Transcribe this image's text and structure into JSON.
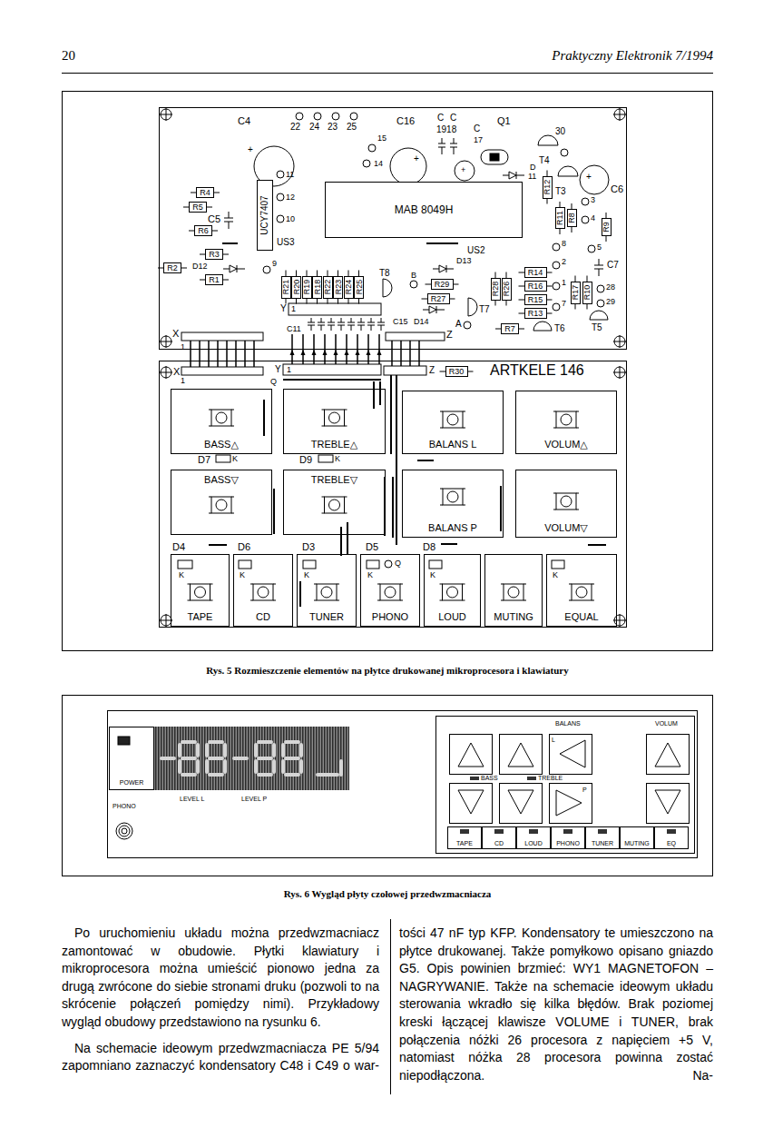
{
  "diagram": {
    "nodes": [
      {
        "text": [
          "R4"
        ]
      },
      {
        "text": [
          "R5"
        ]
      },
      {
        "text": [
          "R6"
        ]
      },
      {
        "text": [
          "R3"
        ]
      },
      {
        "text": [
          "R2"
        ]
      },
      {
        "text": [
          "R1"
        ]
      },
      {
        "text": [
          "UCY7407"
        ]
      },
      {
        "text": [
          "MAB 8049H"
        ]
      },
      {
        "text": [
          "R12"
        ]
      },
      {
        "text": [
          "R11"
        ]
      },
      {
        "text": [
          "R8"
        ]
      },
      {
        "text": [
          "R9"
        ]
      },
      {
        "text": [
          "R21"
        ]
      },
      {
        "text": [
          "R20"
        ]
      },
      {
        "text": [
          "R19"
        ]
      },
      {
        "text": [
          "R18"
        ]
      },
      {
        "text": [
          "R22"
        ]
      },
      {
        "text": [
          "R23"
        ]
      },
      {
        "text": [
          "R24"
        ]
      },
      {
        "text": [
          "R25"
        ]
      },
      {
        "text": [
          "R29"
        ]
      },
      {
        "text": [
          "R27"
        ]
      },
      {
        "text": [
          "R28"
        ]
      },
      {
        "text": [
          "R26"
        ]
      },
      {
        "text": [
          "R14"
        ]
      },
      {
        "text": [
          "R16"
        ]
      },
      {
        "text": [
          "R15"
        ]
      },
      {
        "text": [
          "R13"
        ]
      },
      {
        "text": [
          "R17"
        ]
      },
      {
        "text": [
          "R10"
        ]
      },
      {
        "text": [
          "R7"
        ]
      },
      {
        "text": [
          "R30"
        ]
      },
      {
        "text": [
          "BASS△"
        ]
      },
      {
        "text": [
          "TREBLE△"
        ]
      },
      {
        "text": [
          "BALANS L"
        ]
      },
      {
        "text": [
          "VOLUM△"
        ]
      },
      {
        "text": [
          "BASS▽"
        ]
      },
      {
        "text": [
          "TREBLE▽"
        ]
      },
      {
        "text": [
          "BALANS P"
        ]
      },
      {
        "text": [
          "VOLUM▽"
        ]
      },
      {
        "text": [
          "TAPE"
        ]
      },
      {
        "text": [
          "CD"
        ]
      },
      {
        "text": [
          "TUNER"
        ]
      },
      {
        "text": [
          "PHONO"
        ]
      },
      {
        "text": [
          "LOUD"
        ]
      },
      {
        "text": [
          "MUTING"
        ]
      },
      {
        "text": [
          "EQUAL"
        ]
      },
      {
        "text": [
          "POWER"
        ]
      },
      {
        "text": [
          "TAPE"
        ]
      },
      {
        "text": [
          "CD"
        ]
      },
      {
        "text": [
          "LOUD"
        ]
      },
      {
        "text": [
          "PHONO"
        ]
      },
      {
        "text": [
          "TUNER"
        ]
      },
      {
        "text": [
          "MUTING"
        ]
      },
      {
        "text": [
          "EQ"
        ]
      }
    ],
    "labels": [
      "20",
      "Praktyczny Elektronik 7/1994",
      "C4",
      "+",
      "22",
      "24",
      "23",
      "25",
      "15",
      "14",
      "C16",
      "+",
      "C",
      "C",
      "1918",
      "C",
      "17",
      "+",
      "Q1",
      "D",
      "11",
      "30",
      "T4",
      "T3",
      "C6",
      "+",
      "3",
      "4",
      "5",
      "C5",
      "11",
      "12",
      "10",
      "US3",
      "D12",
      "9",
      "US2",
      "D13",
      "T8",
      "B",
      "T7",
      "C15",
      "D14",
      "A",
      "8",
      "2",
      "1",
      "7",
      "28",
      "29",
      "C7",
      "T6",
      "T5",
      "X",
      "1",
      "Y",
      "1",
      "C11",
      "Z",
      "X",
      "1",
      "Y",
      "1",
      "Q",
      "Z",
      "ARTKELE 146",
      "D7",
      "K",
      "D9",
      "K",
      "D4",
      "D6",
      "D3",
      "D5",
      "D8",
      "K",
      "K",
      "K",
      "Q",
      "K",
      "K",
      "K",
      "Rys. 5 Rozmieszczenie elementów na płytce drukowanej mikroprocesora i klawiatury",
      "LEVEL L",
      "LEVEL P",
      "PHONO",
      "BALANS",
      "VOLUM",
      "L",
      "BASS",
      "TREBLE",
      "P",
      "Rys. 6 Wygląd płyty czołowej przedwzmacniacza",
      "Po uruchomieniu układu można przedwzmacniacz zamontować w obudowie. Płytki klawiatury i mikroprocesora można umieścić pionowo jedna za drugą zwrócone do siebie stronami druku (pozwoli to na skrócenie połączeń pomiędzy nimi). Przykładowy wygląd obudowy przedstawiono na rysunku 6.",
      "Na schemacie ideowym przedwzmacniacza PE 5/94 zapomniano zaznaczyć kondensatory C48 i C49 o war-",
      "tości 47 nF typ KFP. Kondensatory te umieszczono na płytce drukowanej. Także pomyłkowo opisano gniazdo G5. Opis powinien brzmieć: WY1 MAGNETOFON – NAGRYWANIE. Także na schemacie ideowym układu sterowania wkradło się kilka błędów. Brak poziomej kreski łączącej klawisze VOLUME i TUNER, brak połączenia nóżki 26 procesora z napięciem +5 V, natomiast nóżka 28 procesora powinna zostać niepodłączona. Na-"
    ]
  }
}
